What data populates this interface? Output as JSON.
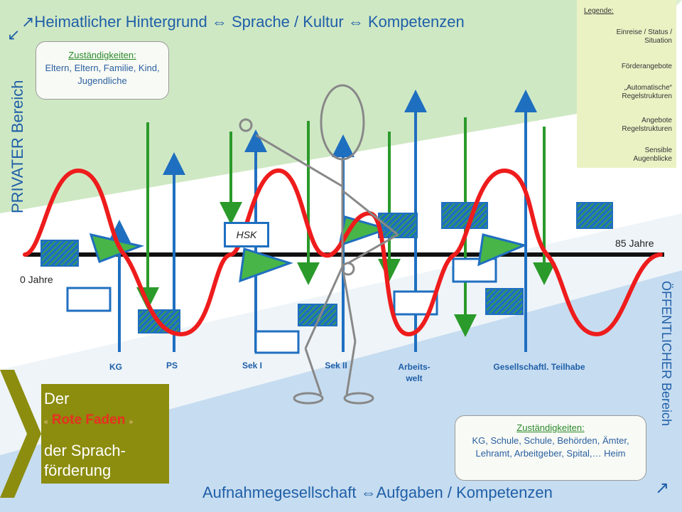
{
  "header": {
    "title": "↗Heimatlicher Hintergrund ⇔ Sprache / Kultur ⇔ Kompetenzen",
    "arrow_glyph": "↙"
  },
  "private_callout": {
    "heading": "Zuständigkeiten:",
    "text": "Eltern, Eltern, Familie, Kind, Jugendliche"
  },
  "private_side_label": "PRIVATER Bereich",
  "public_side_label": "ÖFFENTLICHER Bereich",
  "timeline": {
    "start_label": "0 Jahre",
    "end_label": "85 Jahre",
    "stages": [
      "KG",
      "PS",
      "Sek I",
      "Sek II",
      "Arbeits-\nwelt",
      "Gesellschaftl. Teilhabe"
    ]
  },
  "hsk_label": "HSK",
  "legend": {
    "title": "Legende:",
    "items": [
      "Einreise / Status / Situation",
      "Förderangebote",
      "„Automatische“ Regelstrukturen",
      "Angebote Regelstrukturen",
      "Sensible Augenblicke"
    ]
  },
  "red_thread_box": {
    "line1": "Der",
    "quote_open": "«",
    "highlight": "Rote Faden",
    "quote_close": "»",
    "line3": "der Sprach-\nförderung"
  },
  "public_callout": {
    "heading": "Zuständigkeiten:",
    "text": "KG, Schule, Schule, Behörden, Ämter, Lehramt, Arbeitgeber, Spital,… Heim"
  },
  "footer": {
    "title": "Aufnahmegesellschaft ⇔Aufgaben / Kompetenzen",
    "arrow_glyph": "↗"
  },
  "colors": {
    "private_area": "#cfe8c4",
    "public_area": "#c6dcf0",
    "red_thread": "#ee1c1c",
    "blue": "#1f6fc0",
    "green": "#2a9a2a",
    "olive": "#8c8c0f"
  }
}
